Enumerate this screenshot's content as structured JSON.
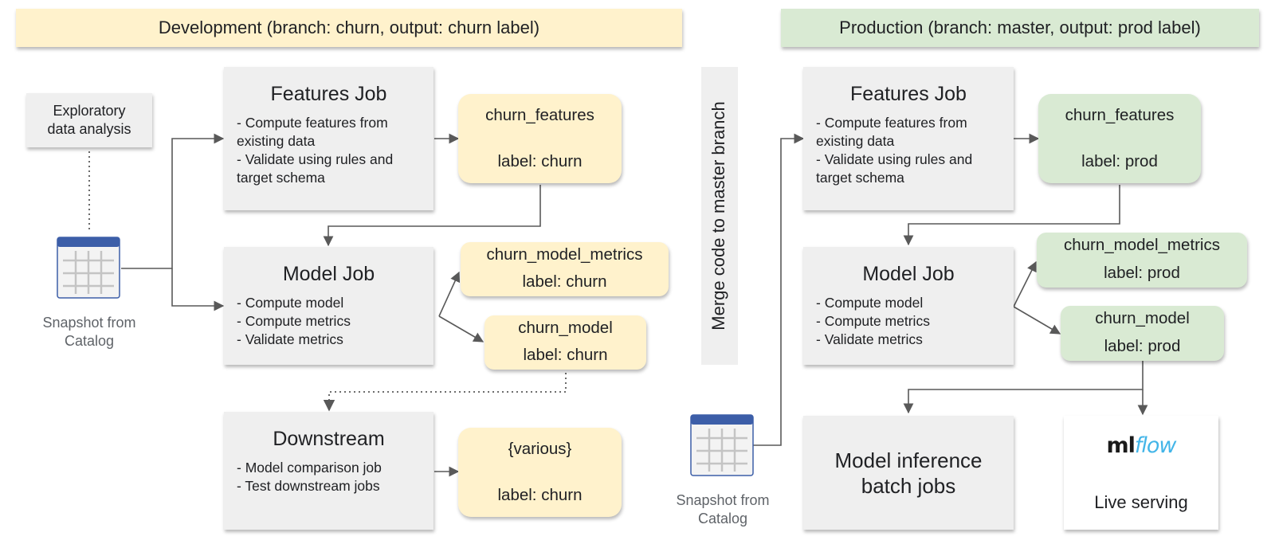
{
  "development": {
    "banner": "Development (branch: churn, output: churn label)",
    "eda": {
      "line1": "Exploratory",
      "line2": "data analysis"
    },
    "snapshot": {
      "icon": "table-icon",
      "line1": "Snapshot from",
      "line2": "Catalog"
    },
    "features_job": {
      "title": "Features Job",
      "lines": [
        "- Compute features from",
        "existing data",
        "- Validate using rules and",
        "target schema"
      ]
    },
    "churn_features": {
      "name": "churn_features",
      "label": "label: churn"
    },
    "model_job": {
      "title": "Model Job",
      "lines": [
        "- Compute model",
        "- Compute metrics",
        "- Validate metrics"
      ]
    },
    "churn_model_metrics": {
      "name": "churn_model_metrics",
      "label": "label: churn"
    },
    "churn_model": {
      "name": "churn_model",
      "label": "label: churn"
    },
    "downstream": {
      "title": "Downstream",
      "lines": [
        "- Model comparison job",
        "- Test downstream jobs"
      ]
    },
    "various": {
      "name": "{various}",
      "label": "label: churn"
    }
  },
  "merge": {
    "text": "Merge code to master branch"
  },
  "production": {
    "banner": "Production (branch: master, output: prod label)",
    "snapshot": {
      "icon": "table-icon",
      "line1": "Snapshot from",
      "line2": "Catalog"
    },
    "features_job": {
      "title": "Features Job",
      "lines": [
        "- Compute features from",
        "existing data",
        "- Validate using rules and",
        "target schema"
      ]
    },
    "churn_features": {
      "name": "churn_features",
      "label": "label: prod"
    },
    "model_job": {
      "title": "Model Job",
      "lines": [
        "- Compute model",
        "- Compute metrics",
        "- Validate metrics"
      ]
    },
    "churn_model_metrics": {
      "name": "churn_model_metrics",
      "label": "label: prod"
    },
    "churn_model": {
      "name": "churn_model",
      "label": "label: prod"
    },
    "inference": {
      "line1": "Model inference",
      "line2": "batch jobs"
    },
    "serving": {
      "logo_ml": "ml",
      "logo_flow": "flow",
      "label": "Live serving"
    }
  },
  "colors": {
    "dev_banner": "#fff2cc",
    "prod_banner": "#d9ead3",
    "job_box": "#efefef",
    "connector": "#595959",
    "table_header": "#3c5ea8",
    "mlflow_accent": "#43b5e8"
  }
}
